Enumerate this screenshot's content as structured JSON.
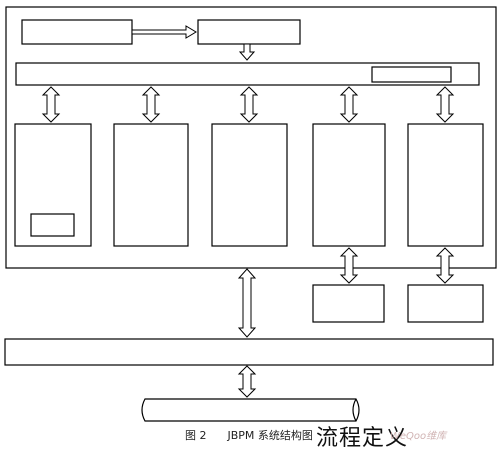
{
  "caption": {
    "figure_label": "图 2",
    "title": "JBPM 系统结构图"
  },
  "overlay_text": "流程定义",
  "watermark": "WeQoo维库"
}
